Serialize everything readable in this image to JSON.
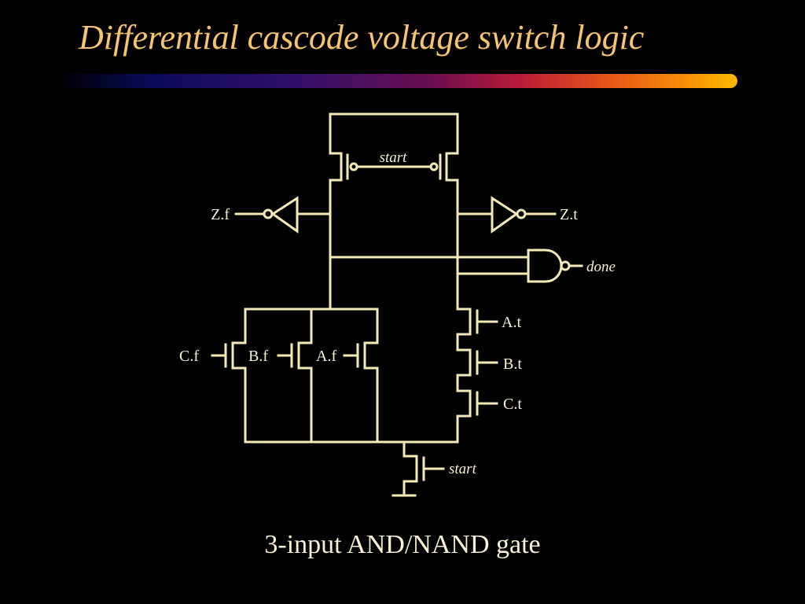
{
  "slide": {
    "title": "Differential cascode voltage switch logic",
    "caption": "3-input AND/NAND gate"
  },
  "schematic": {
    "labels": {
      "precharge_gate": "start",
      "output_false": "Z.f",
      "output_true": "Z.t",
      "done_signal": "done",
      "input_a_true": "A.t",
      "input_b_true": "B.t",
      "input_c_true": "C.t",
      "input_c_false": "C.f",
      "input_b_false": "B.f",
      "input_a_false": "A.f",
      "footer_gate": "start"
    }
  },
  "colors": {
    "background": "#000000",
    "title": "#f6c46c",
    "wire": "#f4eab8",
    "text": "#f7f0d2"
  }
}
